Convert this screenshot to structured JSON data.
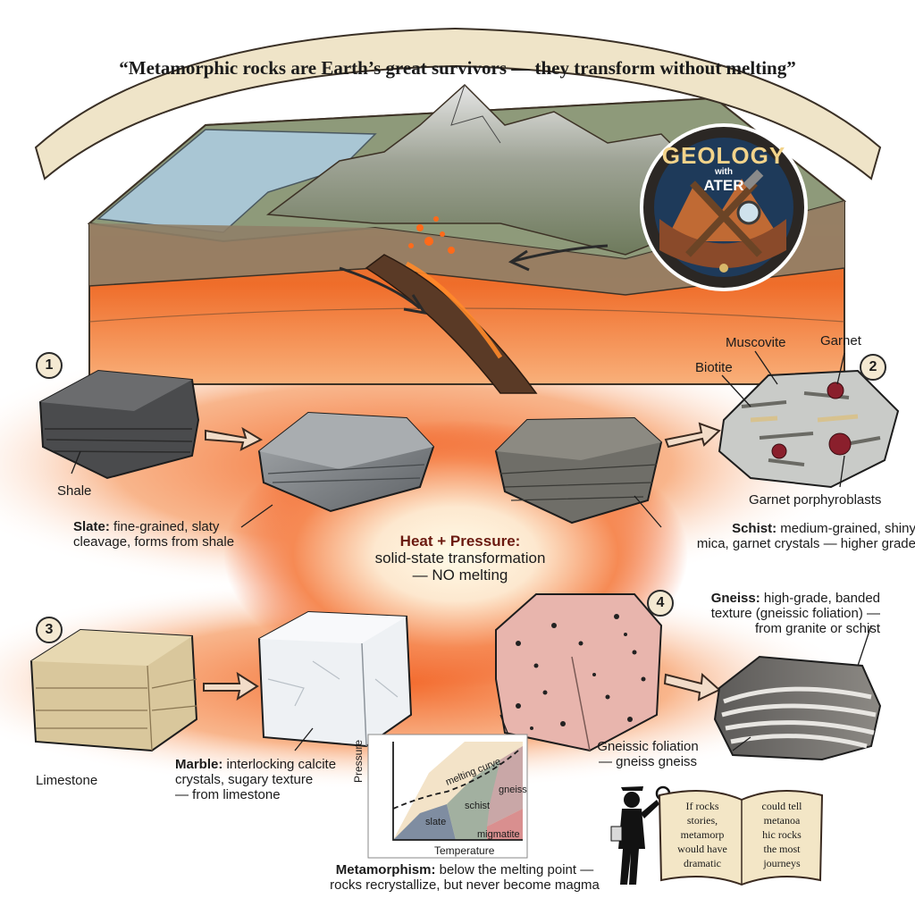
{
  "banner": {
    "quote": "“Metamorphic rocks are Earth’s great survivors — they transform without melting”"
  },
  "badge": {
    "line1": "GEOLOGY",
    "line2": "with",
    "line3": "ATER"
  },
  "steps": [
    "1",
    "2",
    "3",
    "4"
  ],
  "rocks": {
    "shale": "Shale",
    "slate_term": "Slate:",
    "slate_desc_1": "fine-grained, slaty",
    "slate_desc_2": "cleavage, forms from shale",
    "schist_term": "Schist:",
    "schist_desc_1": "medium-grained, shiny",
    "schist_desc_2": "mica, garnet crystals — higher grade",
    "limestone": "Limestone",
    "marble_term": "Marble:",
    "marble_desc_1": "interlocking calcite",
    "marble_desc_2": "crystals, sugary texture",
    "marble_desc_3": "— from limestone",
    "gneiss_term": "Gneiss:",
    "gneiss_desc_1": "high-grade, banded",
    "gneiss_desc_2": "texture (gneissic foliation) —",
    "gneiss_desc_3": "from granite or schist"
  },
  "minerals": {
    "muscovite": "Muscovite",
    "garnet": "Garnet",
    "biotite": "Biotite",
    "porphyroblasts": "Garnet porphyroblasts"
  },
  "center": {
    "title": "Heat + Pressure:",
    "line1": "solid-state transformation",
    "line2": "— NO melting"
  },
  "foliation": {
    "line1": "Gneissic foliation",
    "line2": "— gneiss gneiss"
  },
  "phase_chart": {
    "y_label": "Pressure",
    "x_label": "Temperature",
    "curve_label": "melting curve",
    "zones": [
      "slate",
      "schist",
      "gneiss",
      "migmatite"
    ]
  },
  "bottom_caption": {
    "term": "Metamorphism:",
    "line1": "below the melting point —",
    "line2": "rocks recrystallize, but never become magma"
  },
  "book": {
    "left": [
      "If rocks",
      "stories,",
      "metamorp",
      "would have",
      "dramatic"
    ],
    "right": [
      "could tell",
      "metanoa",
      "hic rocks",
      "the most",
      "journeys"
    ]
  },
  "colors": {
    "heat": "#f0571c",
    "banner": "#efe4c8",
    "badge_ring": "#2b2724",
    "garnet": "#8a1f2c"
  }
}
